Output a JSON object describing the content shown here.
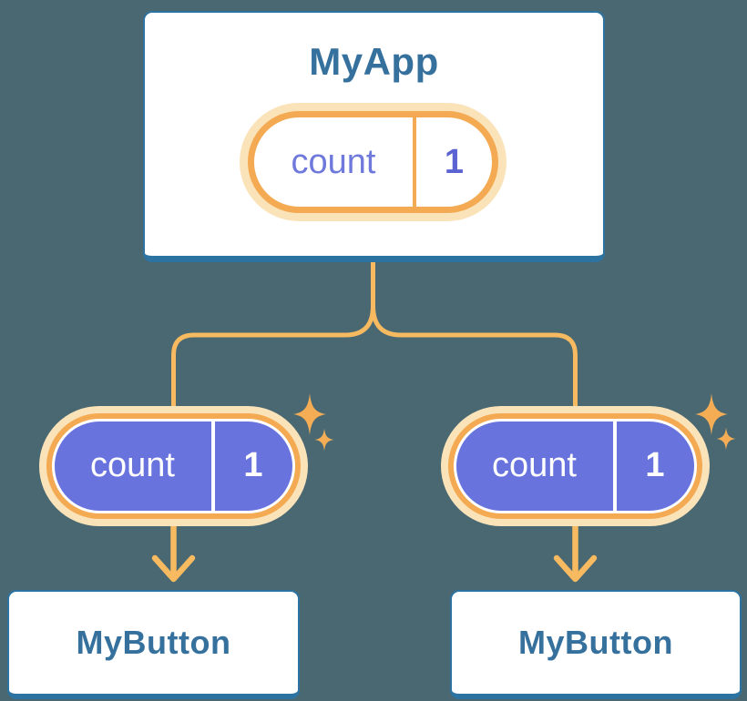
{
  "palette": {
    "background": "#4A6872",
    "card_background": "#FFFFFF",
    "card_border_blue": "#2D73A2",
    "title_blue": "#36719E",
    "ring_orange": "#F3AA52",
    "ring_cream": "#FBE3B9",
    "wire_orange": "#F7BA61",
    "sparkle_orange": "#F4AD55",
    "state_purple_fill": "#6873DE",
    "state_purple_text": "#6F79DC"
  },
  "root": {
    "title": "MyApp",
    "state": {
      "name": "count",
      "value": "1"
    }
  },
  "children": [
    {
      "title": "MyButton",
      "state": {
        "name": "count",
        "value": "1"
      }
    },
    {
      "title": "MyButton",
      "state": {
        "name": "count",
        "value": "1"
      }
    }
  ]
}
